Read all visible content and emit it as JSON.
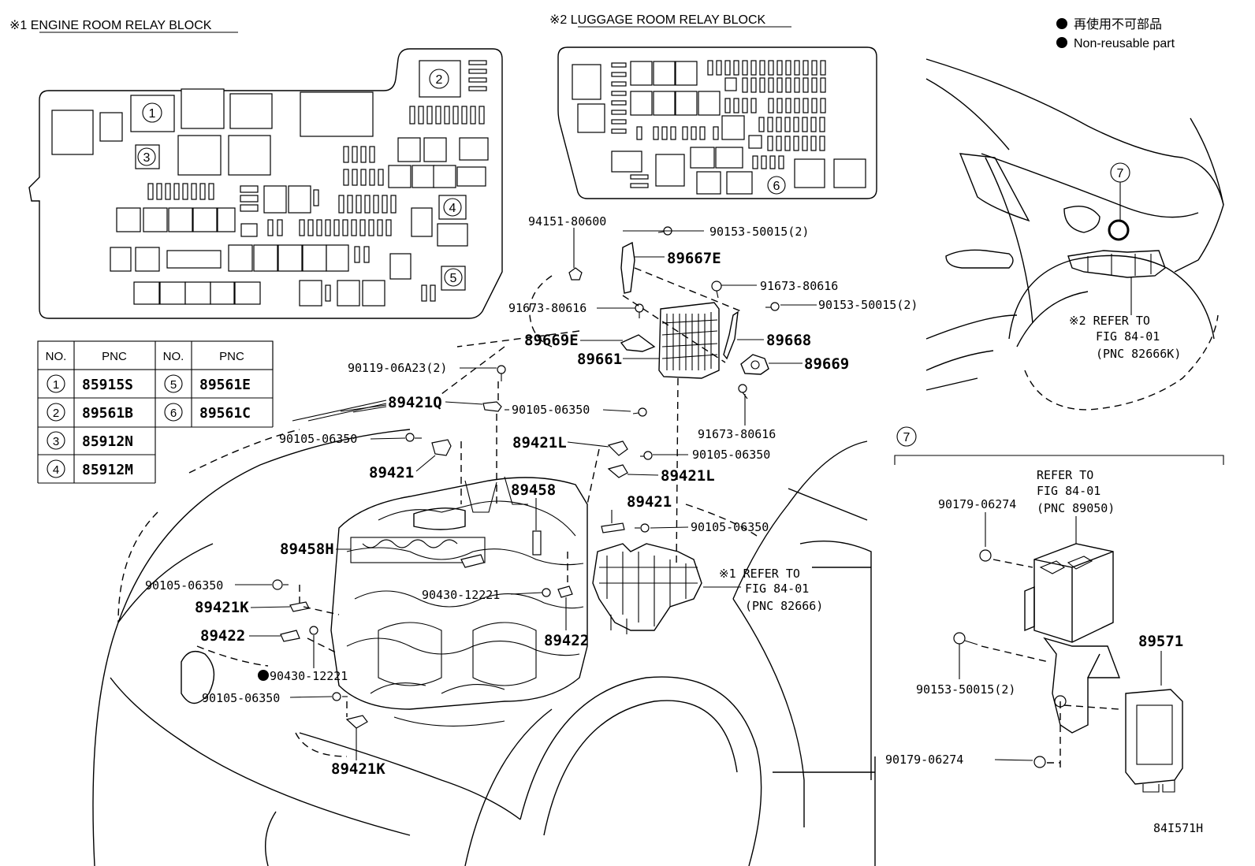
{
  "headers": {
    "engine_block": "※1 ENGINE ROOM RELAY BLOCK",
    "luggage_block": "※2 LUGGAGE ROOM RELAY BLOCK"
  },
  "legend": {
    "jp": "再使用不可部品",
    "en": "Non-reusable part"
  },
  "table": {
    "col_no": "NO.",
    "col_pnc": "PNC",
    "rows": [
      {
        "no": "1",
        "pnc": "85915S",
        "no2": "5",
        "pnc2": "89561E"
      },
      {
        "no": "2",
        "pnc": "89561B",
        "no2": "6",
        "pnc2": "89561C"
      },
      {
        "no": "3",
        "pnc": "85912N"
      },
      {
        "no": "4",
        "pnc": "85912M"
      }
    ]
  },
  "block_markers": [
    "1",
    "2",
    "3",
    "4",
    "5",
    "6"
  ],
  "parts": {
    "p94151": "94151-80600",
    "p90153a": "90153-50015(2)",
    "p89667E": "89667E",
    "p91673a": "91673-80616",
    "p91673b": "91673-80616",
    "p90153b": "90153-50015(2)",
    "p89669E": "89669E",
    "p89668": "89668",
    "p89661": "89661",
    "p89669": "89669",
    "p90119": "90119-06A23(2)",
    "p91673c": "91673-80616",
    "p89421Q": "89421Q",
    "p90105a": "90105-06350",
    "p90105b": "90105-06350",
    "p89421La": "89421L",
    "p90105c": "90105-06350",
    "p89421a": "89421",
    "p89421Lb": "89421L",
    "p89458": "89458",
    "p89421b": "89421",
    "p90105d": "90105-06350",
    "p89458H": "89458H",
    "p90105e": "90105-06350",
    "p90430a": "90430-12221",
    "p89421Ka": "89421K",
    "p89422a": "89422",
    "p89422b": "89422",
    "p90430b": "90430-12221",
    "p90105f": "90105-06350",
    "p89421Kb": "89421K"
  },
  "refs": {
    "ref1_line1": "※1 REFER TO",
    "ref1_line2": "FIG 84-01",
    "ref1_line3": "(PNC 82666)",
    "ref2_line1": "※2 REFER TO",
    "ref2_line2": "FIG 84-01",
    "ref2_line3": "(PNC 82666K)"
  },
  "detail7": {
    "marker": "7",
    "refer_line1": "REFER TO",
    "refer_line2": "FIG 84-01",
    "refer_line3": "(PNC 89050)",
    "p90179a": "90179-06274",
    "p90153": "90153-50015(2)",
    "p90179b": "90179-06274",
    "p89571": "89571"
  },
  "figure_id": "84I571H"
}
